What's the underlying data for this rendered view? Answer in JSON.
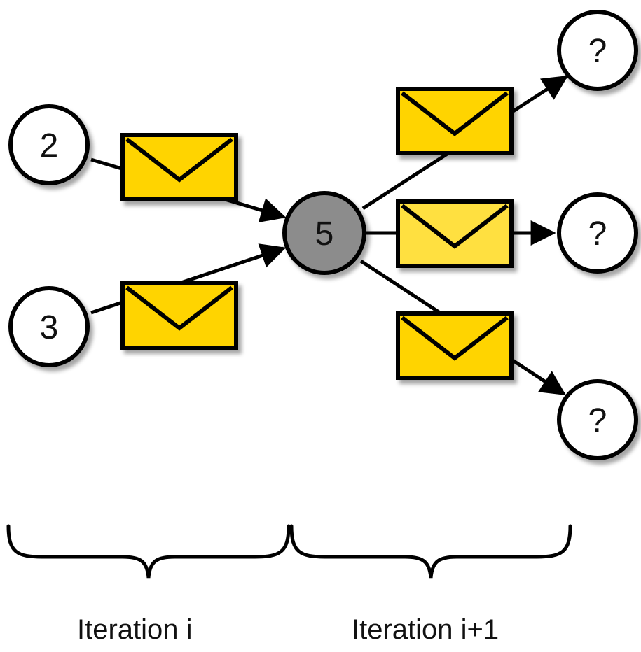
{
  "nodes": {
    "source_top": "2",
    "source_bottom": "3",
    "center": "5",
    "target_top": "?",
    "target_middle": "?",
    "target_bottom": "?"
  },
  "captions": {
    "left": "Iteration i",
    "right": "Iteration i+1"
  },
  "colors": {
    "envelope_fill": "#FFD400",
    "envelope_fill_light": "#FFE040",
    "center_node_fill": "#8C8C8C",
    "node_fill": "#FFFFFF",
    "stroke": "#000000"
  },
  "icons": {
    "message": "envelope-icon"
  }
}
